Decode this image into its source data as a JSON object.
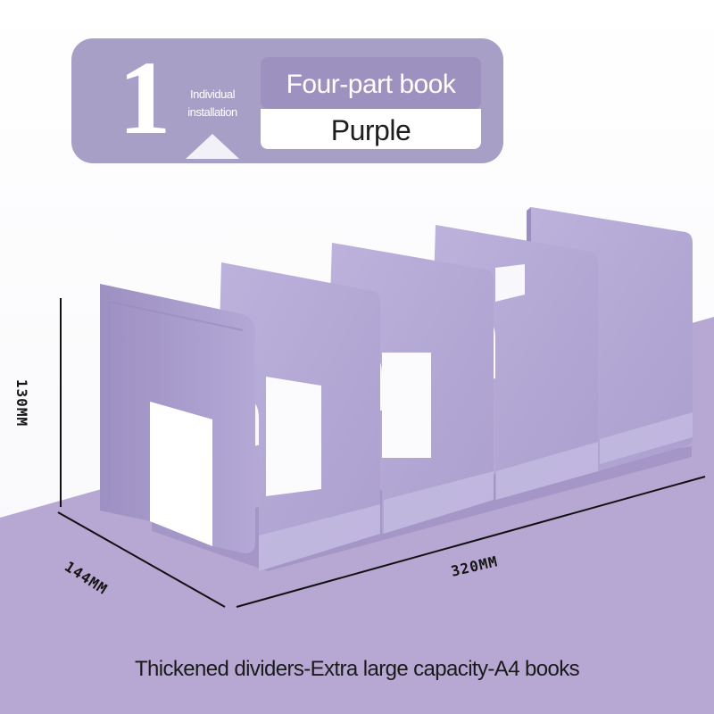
{
  "badge": {
    "number": "1",
    "note_line1": "Individual",
    "note_line2": "installation",
    "title": "Four-part book",
    "color_name": "Purple"
  },
  "dimensions": {
    "height": "130MM",
    "depth": "144MM",
    "width": "320MM"
  },
  "caption": "Thickened dividers-Extra large capacity-A4 books",
  "colors": {
    "badge_bg": "#a89fc6",
    "product_purple": "#b2a7d4",
    "floor_purple": "#b7a7d3",
    "text_dark": "#1a1a1a"
  }
}
